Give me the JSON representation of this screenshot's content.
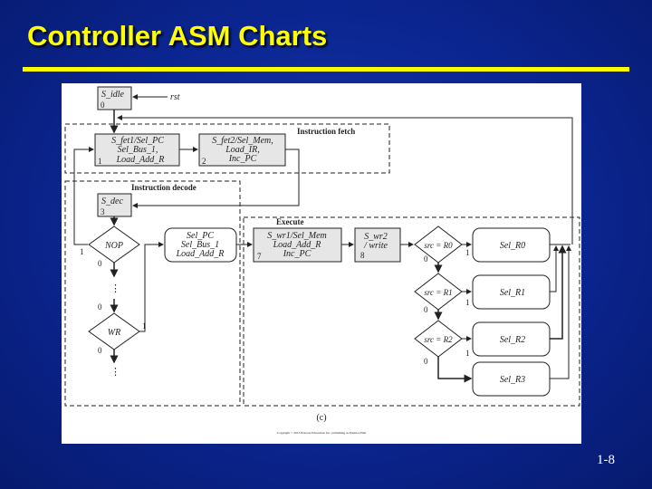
{
  "slide": {
    "title": "Controller ASM Charts",
    "page_number": "1-8",
    "accent_color": "#ffff00",
    "background_color": "#0b2590"
  },
  "figure": {
    "caption": "(c)",
    "copyright": "Copyright © 2013 Pearson Education, Inc. publishing as Prentice Hall",
    "regions": {
      "fetch": "Instruction fetch",
      "decode": "Instruction decode",
      "execute": "Execute"
    },
    "rst": "rst",
    "states": {
      "idle": {
        "name": "S_idle",
        "code": "0"
      },
      "fet1": {
        "l1": "S_fet1/Sel_PC",
        "l2": "Sel_Bus_1,",
        "l3": "Load_Add_R",
        "code": "1"
      },
      "fet2": {
        "l1": "S_fet2/Sel_Mem,",
        "l2": "Load_IR,",
        "l3": "Inc_PC",
        "code": "2"
      },
      "dec": {
        "name": "S_dec",
        "code": "3"
      },
      "wr1": {
        "l1": "S_wr1/Sel_Mem",
        "l2": "Load_Add_R",
        "l3": "Inc_PC",
        "code": "7"
      },
      "wr2": {
        "l1": "S_wr2",
        "l2": "/ write",
        "code": "8"
      }
    },
    "conditional_output": {
      "l1": "Sel_PC",
      "l2": "Sel_Bus_1",
      "l3": "Load_Add_R"
    },
    "decisions": {
      "nop": "NOP",
      "wr": "WR",
      "r0": "src = R0",
      "r1": "src = R1",
      "r2": "src = R2"
    },
    "outputs": {
      "r0": "Sel_R0",
      "r1": "Sel_R1",
      "r2": "Sel_R2",
      "r3": "Sel_R3"
    },
    "branch_labels": {
      "one": "1",
      "zero": "0",
      "ellipsis": "⋮"
    }
  }
}
